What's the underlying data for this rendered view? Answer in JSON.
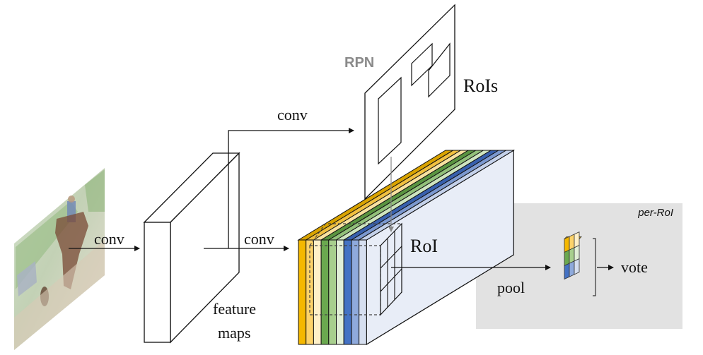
{
  "title": "Faster R-CNN style detection pipeline with per-RoI voting",
  "labels": {
    "conv_input": "conv",
    "conv_top": "conv",
    "conv_middle": "conv",
    "feature_maps_line1": "feature",
    "feature_maps_line2": "maps",
    "rpn": "RPN",
    "rois": "RoIs",
    "roi": "RoI",
    "pool": "pool",
    "vote": "vote",
    "per_roi": "per-RoI"
  },
  "nodes": [
    {
      "id": "input-image",
      "label": "input image (rider on horse, dog)"
    },
    {
      "id": "feature-maps",
      "label": "feature maps"
    },
    {
      "id": "rpn",
      "label": "RPN"
    },
    {
      "id": "rois",
      "label": "RoIs"
    },
    {
      "id": "score-maps",
      "label": "position-sensitive score maps"
    },
    {
      "id": "roi",
      "label": "RoI"
    },
    {
      "id": "pooled-grid",
      "label": "pooled 3x3 grid"
    },
    {
      "id": "vote",
      "label": "vote"
    }
  ],
  "edges": [
    {
      "from": "input-image",
      "to": "feature-maps",
      "label": "conv"
    },
    {
      "from": "feature-maps",
      "to": "rpn",
      "label": "conv"
    },
    {
      "from": "feature-maps",
      "to": "score-maps",
      "label": "conv"
    },
    {
      "from": "rois",
      "to": "roi",
      "label": ""
    },
    {
      "from": "roi",
      "to": "pooled-grid",
      "label": "pool"
    },
    {
      "from": "pooled-grid",
      "to": "vote",
      "label": ""
    }
  ],
  "colors": {
    "channels": [
      "#f5b800",
      "#fdd36a",
      "#fff0c8",
      "#6aa84f",
      "#a8cf8e",
      "#e2efd8",
      "#4472c4",
      "#8faadc",
      "#d6dff0"
    ],
    "channel_tops": [
      "#d9a300",
      "#f0c040",
      "#f8e2a0",
      "#5a9440",
      "#92c07a",
      "#cfe5c0",
      "#3860ad",
      "#7b98cf",
      "#c4d1ea"
    ],
    "volume_face": "#e8edf7",
    "per_roi_panel": "#e2e2e2",
    "rpn_text": "#8a8a8a"
  }
}
